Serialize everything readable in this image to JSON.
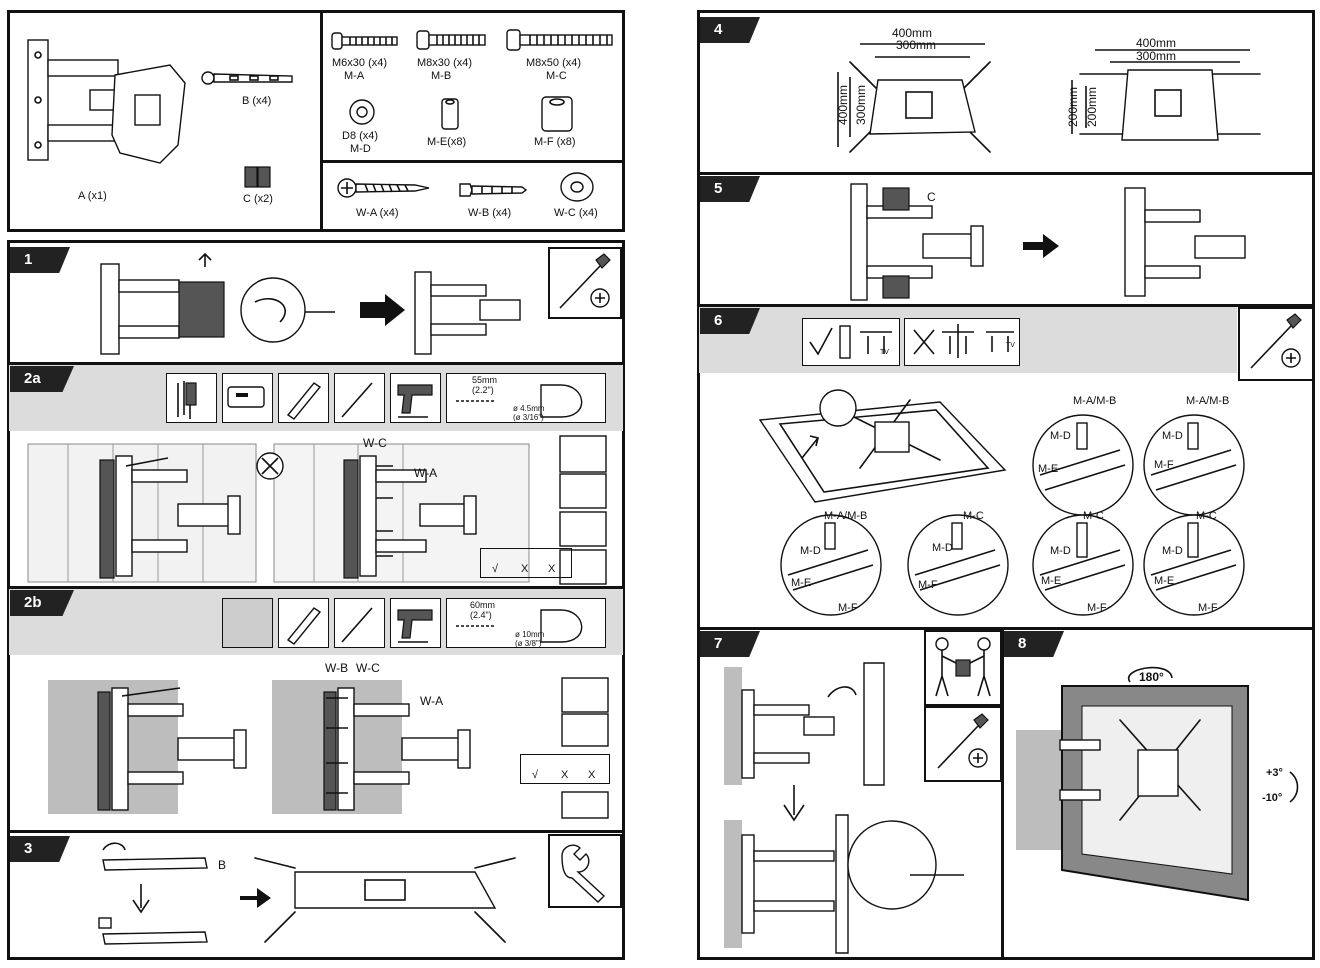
{
  "parts": {
    "a": "A (x1)",
    "b": "B (x4)",
    "c": "C (x2)",
    "m6": [
      "M6x30 (x4)",
      "M-A"
    ],
    "m8a": [
      "M8x30 (x4)",
      "M-B"
    ],
    "m8b": [
      "M8x50 (x4)",
      "M-C"
    ],
    "d8": [
      "D8 (x4)",
      "M-D"
    ],
    "me": "M-E(x8)",
    "mf": "M-F (x8)",
    "wa": "W-A (x4)",
    "wb": "W-B (x4)",
    "wc": "W-C (x4)"
  },
  "steps": {
    "s1": "1",
    "s2a": "2a",
    "s2b": "2b",
    "s3": "3",
    "s4": "4",
    "s5": "5",
    "s6": "6",
    "s7": "7",
    "s8": "8"
  },
  "step2a": {
    "drill_depth": "55mm",
    "drill_depth_in": "(2.2\")",
    "bit": "ø 4.5mm",
    "bit_in": "(ø 3/16\")",
    "wc": "W-C",
    "wa": "W-A",
    "check": "√",
    "x1": "X",
    "x2": "X"
  },
  "step2b": {
    "drill_depth": "60mm",
    "drill_depth_in": "(2.4\")",
    "bit": "ø 10mm",
    "bit_in": "(ø 3/8\")",
    "wb": "W-B",
    "wc": "W-C",
    "wa": "W-A",
    "check": "√",
    "x1": "X",
    "x2": "X"
  },
  "step3": {
    "b": "B"
  },
  "step4": {
    "w400": "400mm",
    "w300": "300mm",
    "h400": "400mm",
    "h300": "300mm",
    "w400b": "400mm",
    "w300b": "300mm",
    "h200": "200mm",
    "h200b": "200mm"
  },
  "step5": {
    "c": "C"
  },
  "step6": {
    "tv": "TV",
    "tv2": "TV",
    "c1": {
      "top": "M-A/M-B",
      "d": "M-D",
      "e": "M-E"
    },
    "c2": {
      "top": "M-A/M-B",
      "d": "M-D",
      "e": "M-F"
    },
    "c3": {
      "top": "M-A/M-B",
      "d": "M-D",
      "e": "M-E",
      "f": "M-F"
    },
    "c4": {
      "top": "M-C",
      "d": "M-D",
      "e": "M-F"
    },
    "c5": {
      "top": "M-C",
      "d": "M-D",
      "e": "M-E",
      "f": "M-F"
    },
    "c6": {
      "top": "M-C",
      "d": "M-D",
      "e": "M-E",
      "f": "M-F"
    }
  },
  "step8": {
    "rot": "180°",
    "up": "+3°",
    "down": "-10°"
  }
}
